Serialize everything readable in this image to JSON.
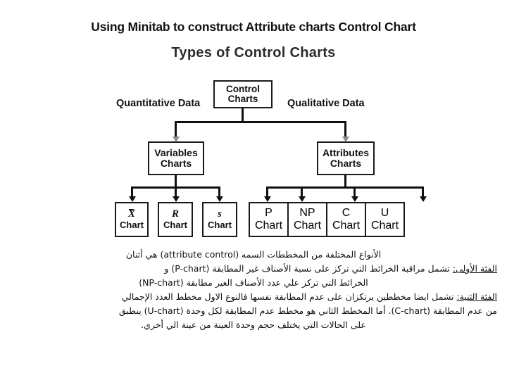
{
  "slide": {
    "title": "Using Minitab to construct Attribute charts Control Chart"
  },
  "diagram": {
    "title": "Types of Control Charts",
    "root": {
      "line1": "Control",
      "line2": "Charts"
    },
    "left_label": "Quantitative Data",
    "right_label": "Qualitative Data",
    "branches": [
      {
        "line1": "Variables",
        "line2": "Charts"
      },
      {
        "line1": "Attributes",
        "line2": "Charts"
      }
    ],
    "variables_leaves": [
      {
        "symbol": "X",
        "caption": "Chart"
      },
      {
        "symbol": "R",
        "caption": "Chart"
      },
      {
        "symbol": "s",
        "caption": "Chart"
      }
    ],
    "attributes_leaves": [
      {
        "symbol": "P",
        "caption": "Chart"
      },
      {
        "symbol": "NP",
        "caption": "Chart"
      },
      {
        "symbol": "C",
        "caption": "Chart"
      },
      {
        "symbol": "U",
        "caption": "Chart"
      }
    ]
  },
  "body": {
    "line1_a": "الأنواع المختلفة من المخططات السمه (",
    "line1_b": "attribute control",
    "line1_c": ") هي أثنان",
    "line2_label": "الفئة الأولى:",
    "line2_a": " تشمل مراقبة الخرائط التي تركز على نسبة الأصناف غير المطابقة (",
    "line2_b": "P-chart",
    "line2_c": ") و",
    "line3_a": "الخرائط التي تركز علي عدد الأصناف الغير مطابقة (",
    "line3_b": "NP-chart",
    "line3_c": ")",
    "line4_label": "الفئة الثنية:",
    "line4_a": " تشمل ايضا مخططين يرتكزان على عدم المطابقة نفسها فالنوع الاول مخطط العدد الإجمالي",
    "line5_a": "من عدم المطابقة (",
    "line5_b": "C-chart",
    "line5_c": "). أما المخطط الثاني هو مخطط عدم المطابقة لكل وحدة (",
    "line5_d": "U-chart",
    "line5_e": ") ينطبق",
    "line6": "على الحالات التي يختلف حجم وحدة العينة من عينة الي أخري."
  }
}
